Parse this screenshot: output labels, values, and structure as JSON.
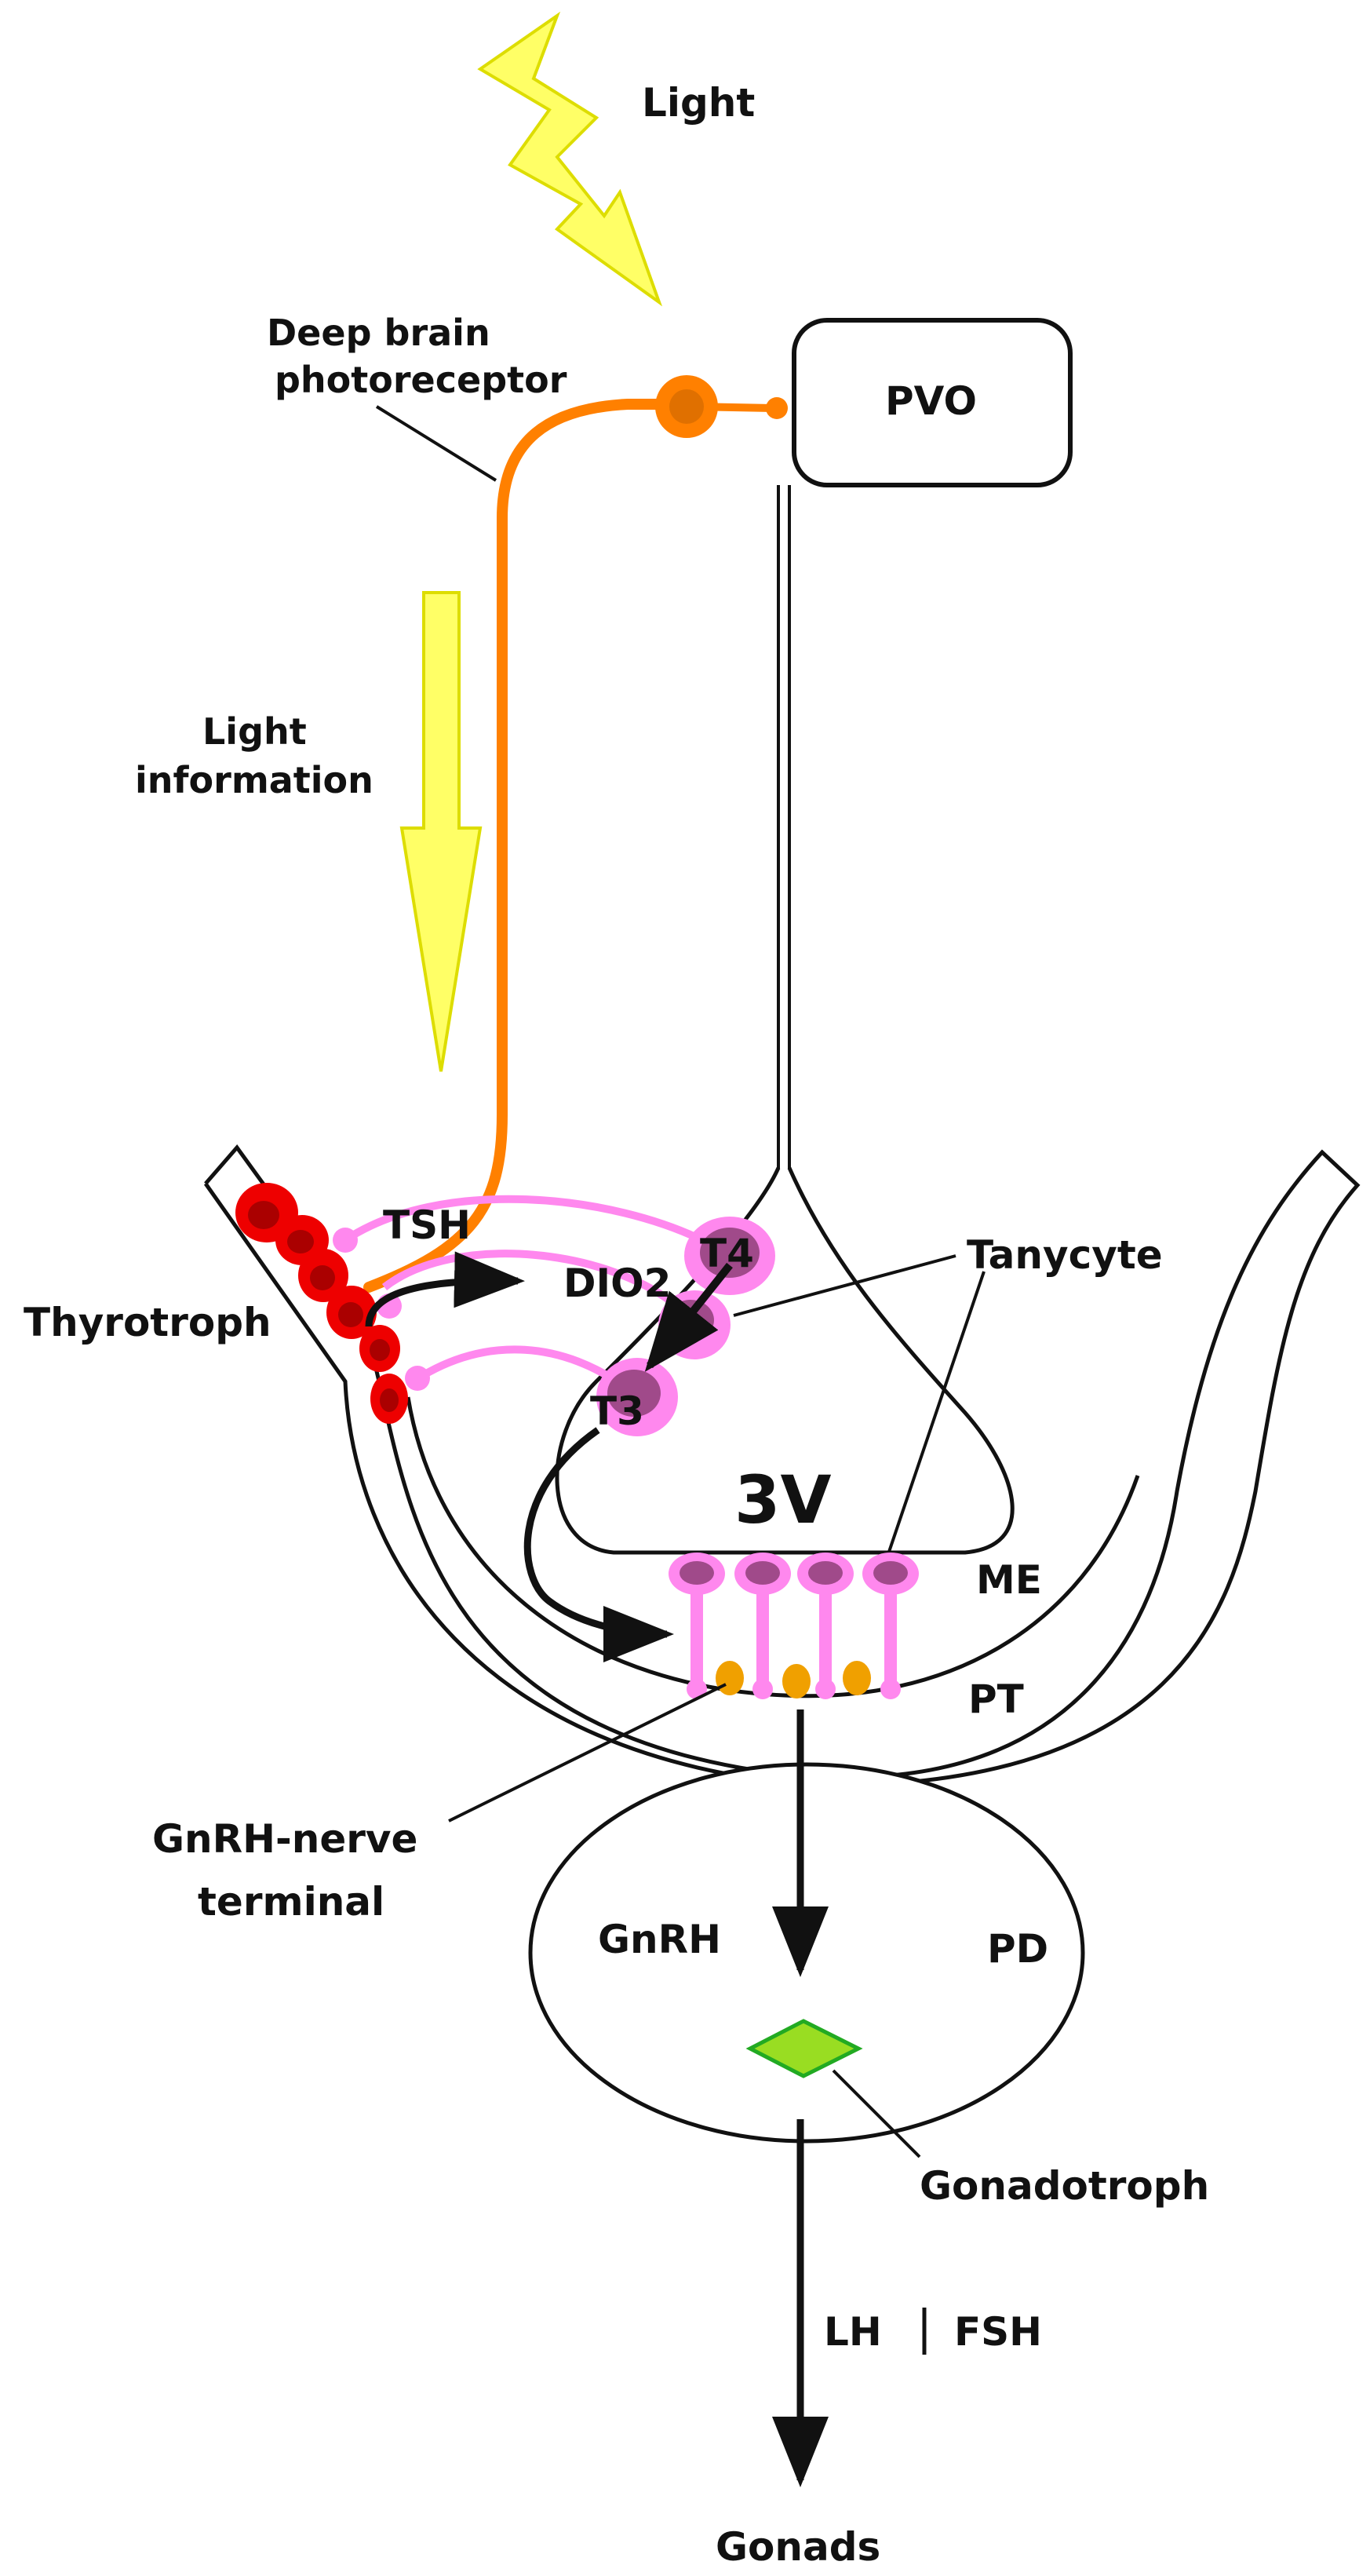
{
  "labels": {
    "light": "Light",
    "deep_brain_1": "Deep brain",
    "deep_brain_2": "photoreceptor",
    "pvo": "PVO",
    "light_info_1": "Light",
    "light_info_2": "information",
    "tsh": "TSH",
    "dio2": "DIO2",
    "t4": "T4",
    "t3": "T3",
    "thyrotroph": "Thyrotroph",
    "tanycyte": "Tanycyte",
    "third_ventricle": "3V",
    "me": "ME",
    "pt": "PT",
    "gnrh_terminal_1": "GnRH-nerve",
    "gnrh_terminal_2": "terminal",
    "gnrh": "GnRH",
    "pd": "PD",
    "gonadotroph": "Gonadotroph",
    "lh": "LH",
    "fsh": "FSH",
    "gonads": "Gonads"
  },
  "colors": {
    "photoreceptor_orange": "#ff8000",
    "light_yellow": "#ffff66",
    "tanycyte_pink": "#ff88ee",
    "tanycyte_nucleus": "#a04a8a",
    "thyrotroph_red": "#ee0000",
    "gnrh_terminal_orange": "#f0a000",
    "gonadotroph_green": "#99dd22"
  }
}
